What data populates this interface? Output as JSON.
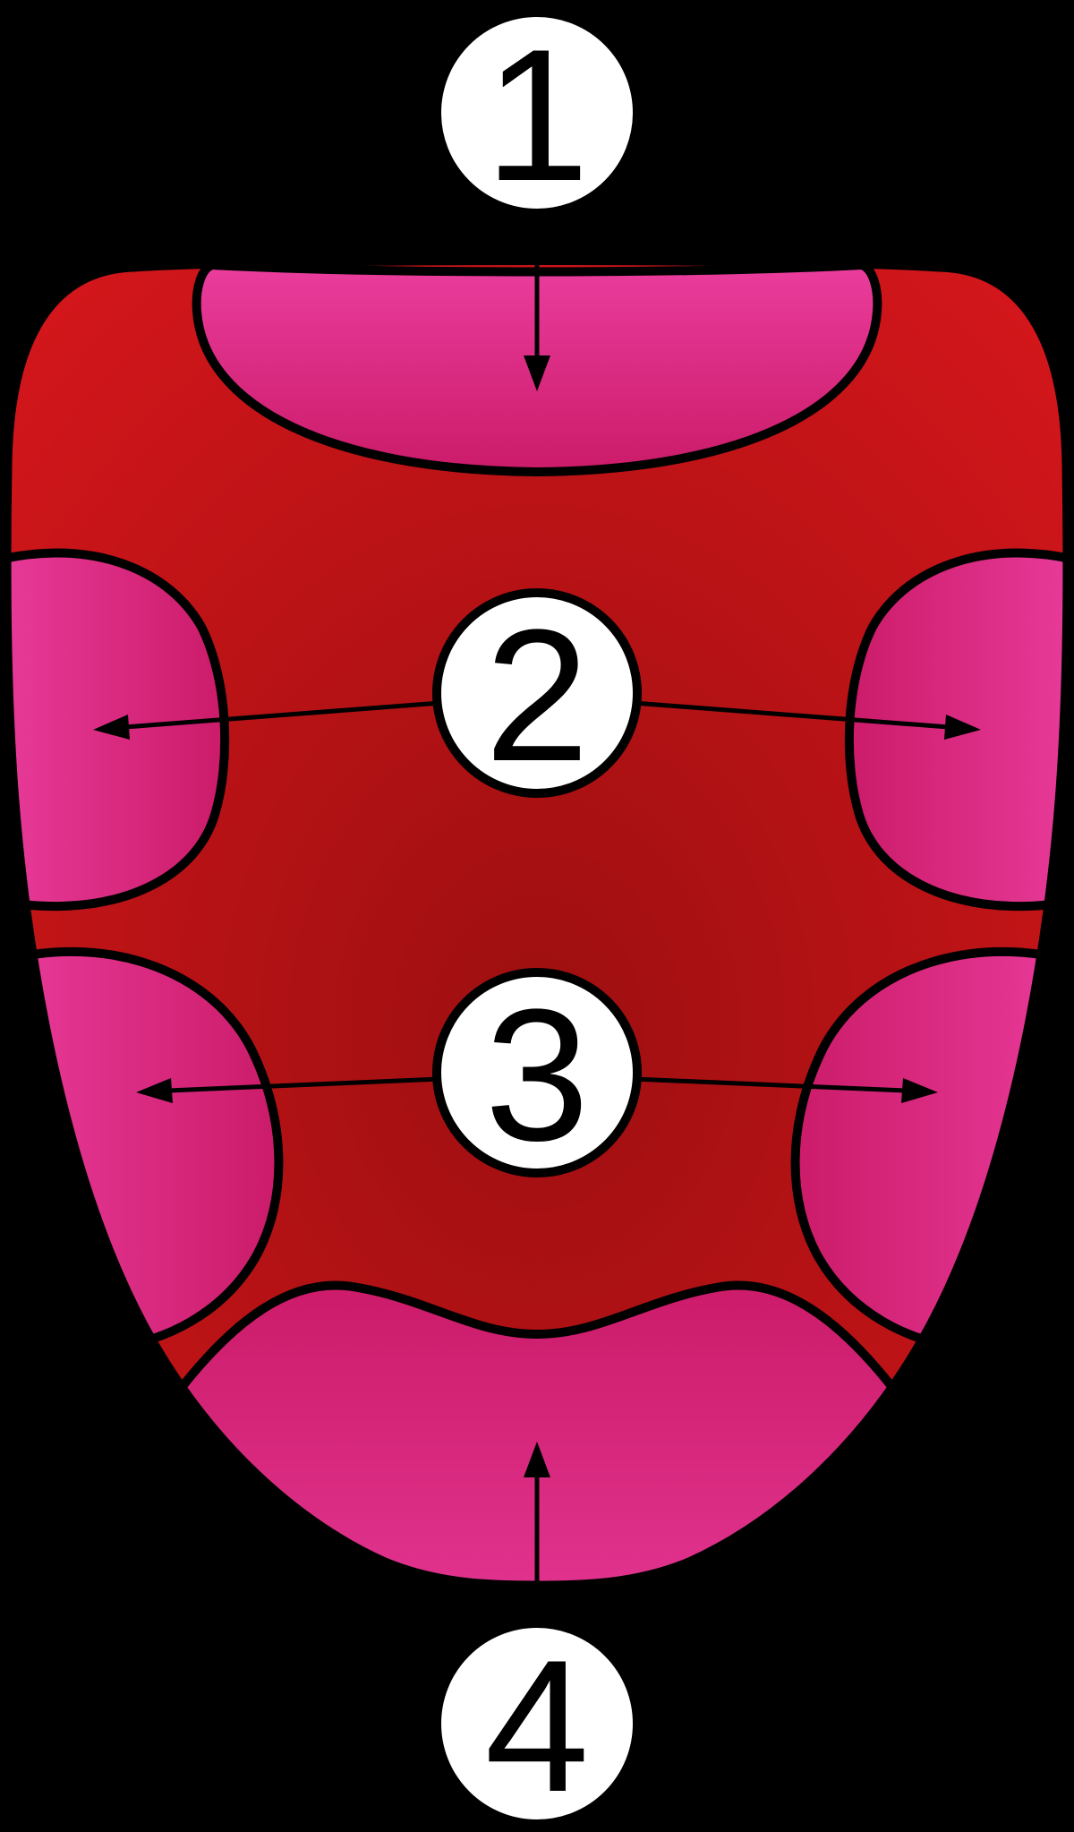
{
  "diagram": {
    "callouts": [
      {
        "label": "1"
      },
      {
        "label": "2"
      },
      {
        "label": "3"
      },
      {
        "label": "4"
      }
    ]
  },
  "colors": {
    "background": "#000000",
    "outline": "#000000",
    "tongue_red_light": "#d3161b",
    "tongue_red_dark": "#9d0f10",
    "region_pink_light": "#ea3d9d",
    "region_pink_dark": "#cb1b69",
    "callout_fill": "#ffffff",
    "callout_text": "#000000"
  }
}
